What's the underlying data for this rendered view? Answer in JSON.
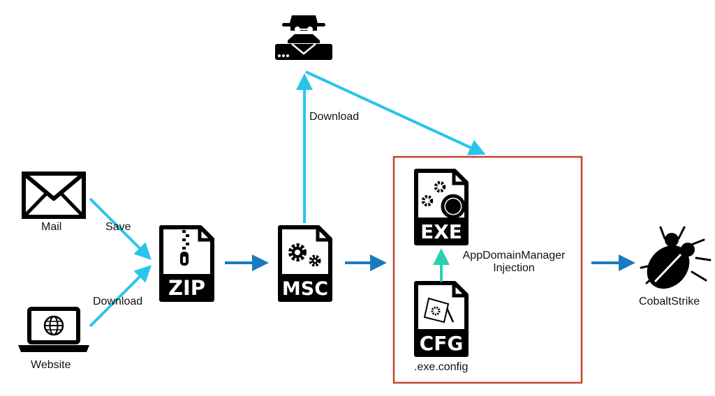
{
  "nodes": {
    "mail": "Mail",
    "website": "Website",
    "zip": "ZIP",
    "msc": "MSC",
    "exe": "EXE",
    "cfg": "CFG",
    "cfg_file": ".exe.config",
    "injection_line1": "AppDomainManager",
    "injection_line2": "Injection",
    "cobaltstrike": "CobaltStrike"
  },
  "edges": {
    "mail_to_zip": "Save",
    "website_to_zip": "Download",
    "msc_to_server": "Download"
  },
  "colors": {
    "arrow_light": "#29c4ea",
    "arrow_dark": "#1a7ac0",
    "arrow_teal": "#2ecfb0",
    "highlight_box": "#c5432f",
    "icon": "#000000"
  },
  "icons": {
    "attacker_server": "hacker-server-icon",
    "mail": "envelope-icon",
    "website": "laptop-globe-icon",
    "zip": "zip-file-icon",
    "msc": "msc-file-icon",
    "exe": "exe-file-icon",
    "cfg": "cfg-file-icon",
    "cobaltstrike": "bug-icon"
  }
}
